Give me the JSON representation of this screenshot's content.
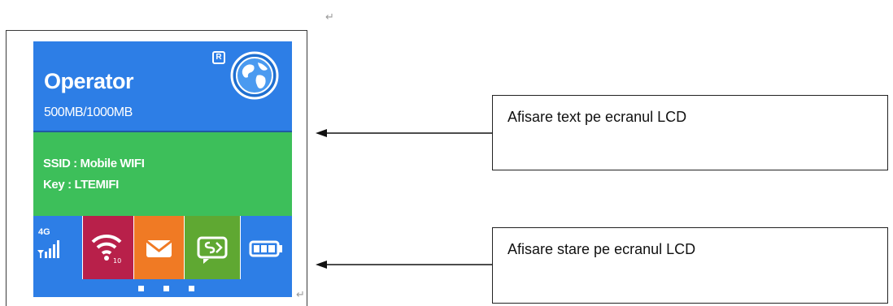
{
  "lcd": {
    "operator": "Operator",
    "usage": "500MB/1000MB",
    "roaming_badge": "R",
    "ssid_line": "SSID : Mobile WIFI",
    "key_line": "Key : LTEMIFI",
    "network_type": "4G",
    "page_dots": 3
  },
  "annotations": {
    "text_display": "Afisare text pe ecranul LCD",
    "status_display": "Afisare stare pe ecranul LCD"
  },
  "icons": [
    "globe-icon",
    "signal-strength-icon",
    "wifi-icon",
    "message-icon",
    "sms-icon",
    "battery-icon"
  ],
  "colors": {
    "top_zone": "#2d7ee6",
    "middle_zone": "#3dbf5a",
    "wifi_tile": "#b8204a",
    "message_tile": "#f07a24",
    "sms_tile": "#5fa832"
  }
}
